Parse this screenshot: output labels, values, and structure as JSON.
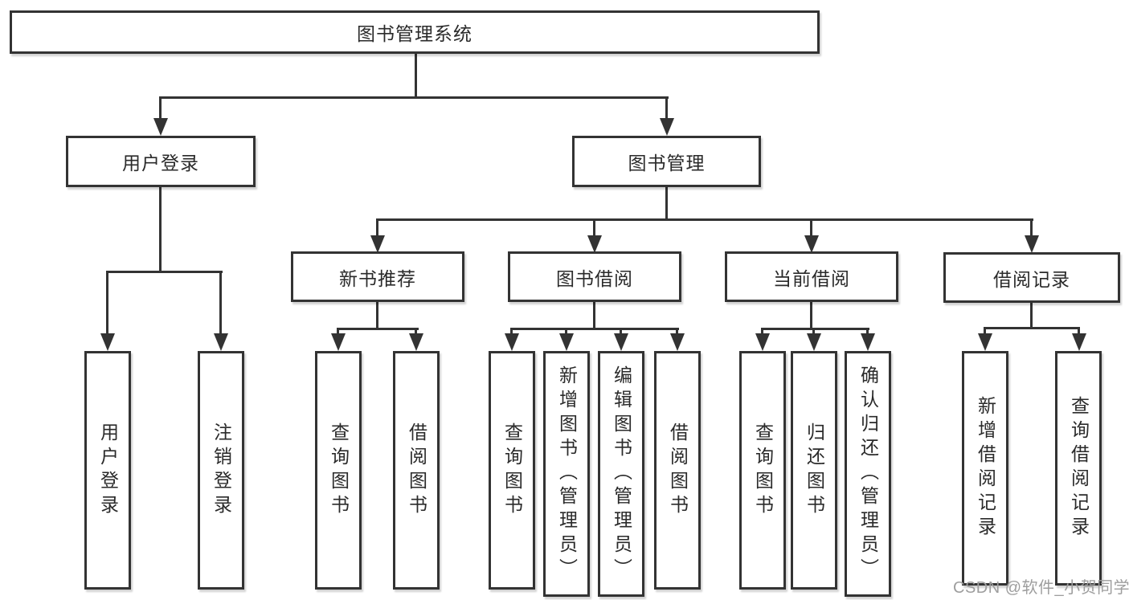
{
  "tree": {
    "root": {
      "label": "图书管理系统"
    },
    "children": [
      {
        "label": "用户登录",
        "children": [
          {
            "label": "用户登录"
          },
          {
            "label": "注销登录"
          }
        ]
      },
      {
        "label": "图书管理",
        "children": [
          {
            "label": "新书推荐",
            "children": [
              {
                "label": "查询图书"
              },
              {
                "label": "借阅图书"
              }
            ]
          },
          {
            "label": "图书借阅",
            "children": [
              {
                "label": "查询图书"
              },
              {
                "label": "新增图书（管理员）"
              },
              {
                "label": "编辑图书（管理员）"
              },
              {
                "label": "借阅图书"
              }
            ]
          },
          {
            "label": "当前借阅",
            "children": [
              {
                "label": "查询图书"
              },
              {
                "label": "归还图书"
              },
              {
                "label": "确认归还（管理员）"
              }
            ]
          },
          {
            "label": "借阅记录",
            "children": [
              {
                "label": "新增借阅记录"
              },
              {
                "label": "查询借阅记录"
              }
            ]
          }
        ]
      }
    ]
  },
  "watermark": {
    "text": "CSDN @软件_小贺同学"
  },
  "colors": {
    "line": "#333333",
    "text": "#2a2a2a",
    "watermark": "#9e9e9e",
    "background": "#ffffff"
  }
}
